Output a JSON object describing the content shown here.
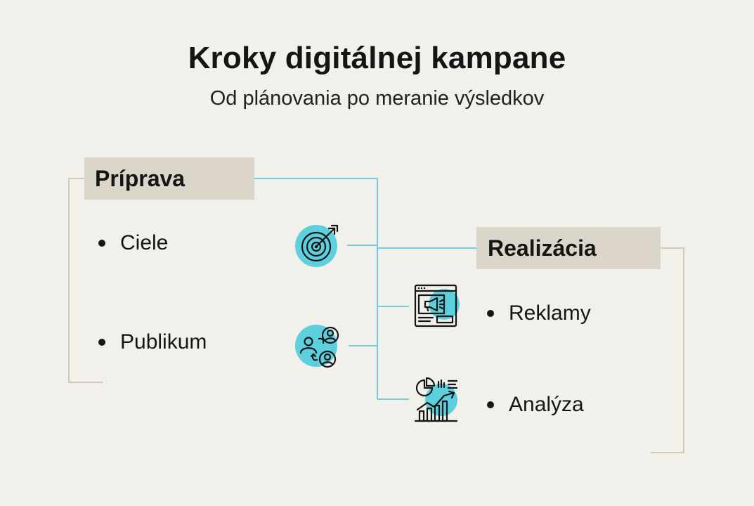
{
  "title": "Kroky digitálnej kampane",
  "subtitle": "Od plánovania po meranie výsledkov",
  "colors": {
    "background": "#f1f0eb",
    "label_box": "#dcd5c9",
    "bracket": "#d3c8b7",
    "connector": "#6fd0dc",
    "icon_fill": "#5cd0dc"
  },
  "stages": [
    {
      "label": "Príprava",
      "items": [
        {
          "text": "Ciele",
          "icon": "target-icon"
        },
        {
          "text": "Publikum",
          "icon": "audience-icon"
        }
      ]
    },
    {
      "label": "Realizácia",
      "items": [
        {
          "text": "Reklamy",
          "icon": "ad-browser-icon"
        },
        {
          "text": "Analýza",
          "icon": "analytics-icon"
        }
      ]
    }
  ]
}
